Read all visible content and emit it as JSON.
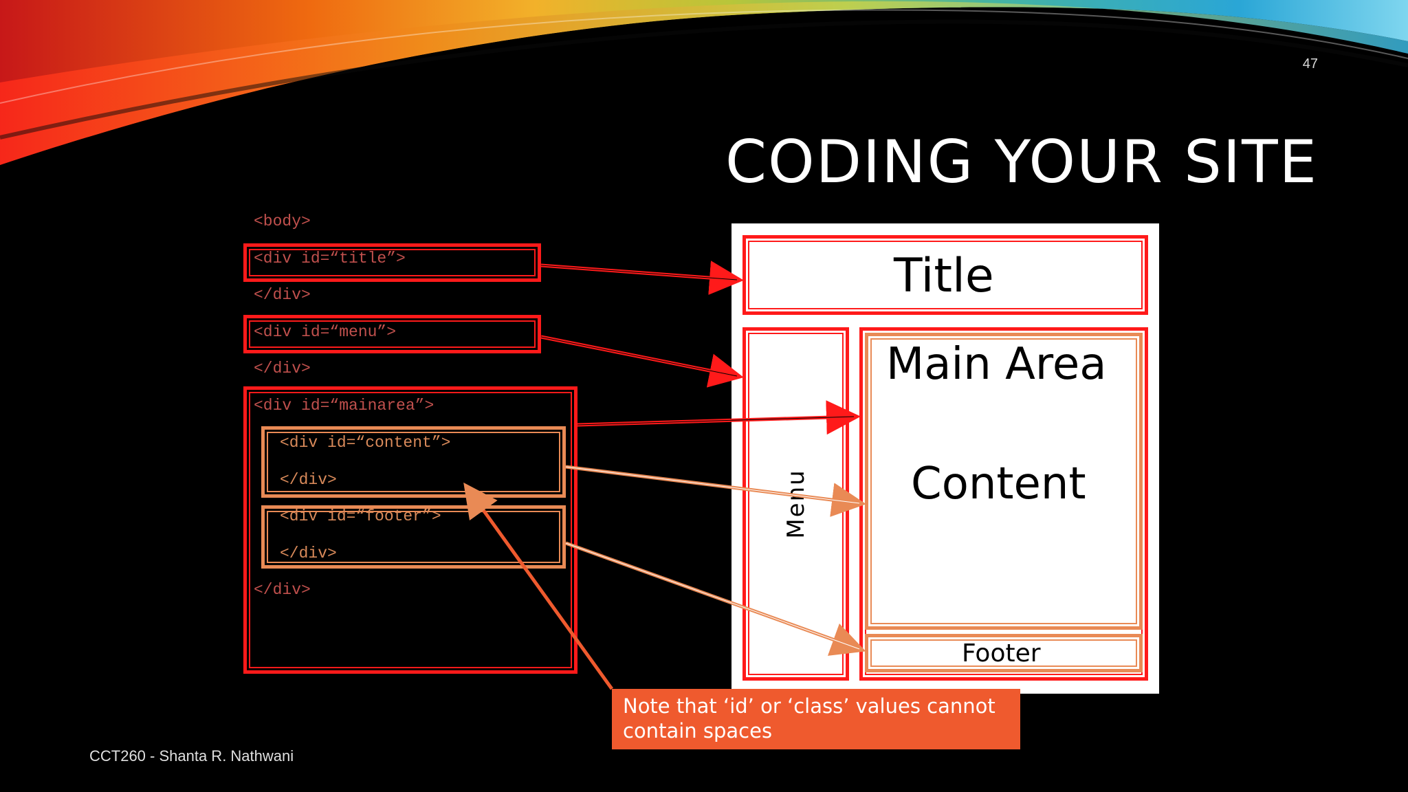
{
  "slide": {
    "number": "47",
    "title": "CODING YOUR SITE",
    "footer_credit": "CCT260 - Shanta R. Nathwani"
  },
  "code": {
    "body_open": "<body>",
    "title_open": "<div id=“title”>",
    "title_close": "</div>",
    "menu_open": "<div id=“menu”>",
    "menu_close": "</div>",
    "mainarea_open": "<div id=“mainarea”>",
    "content_open": "<div id=“content”>",
    "content_close": "</div>",
    "footer_open": "<div id=“footer”>",
    "footer_close": "</div>",
    "mainarea_close": "</div>"
  },
  "mockup": {
    "title": "Title",
    "menu": "Menu",
    "main_area": "Main Area",
    "content": "Content",
    "footer": "Footer"
  },
  "note": "Note that ‘id’ or ‘class’ values cannot contain spaces",
  "colors": {
    "background": "#000000",
    "red": "#ff1a1a",
    "orange": "#e98a55",
    "note_bg": "#ef5a2e"
  }
}
